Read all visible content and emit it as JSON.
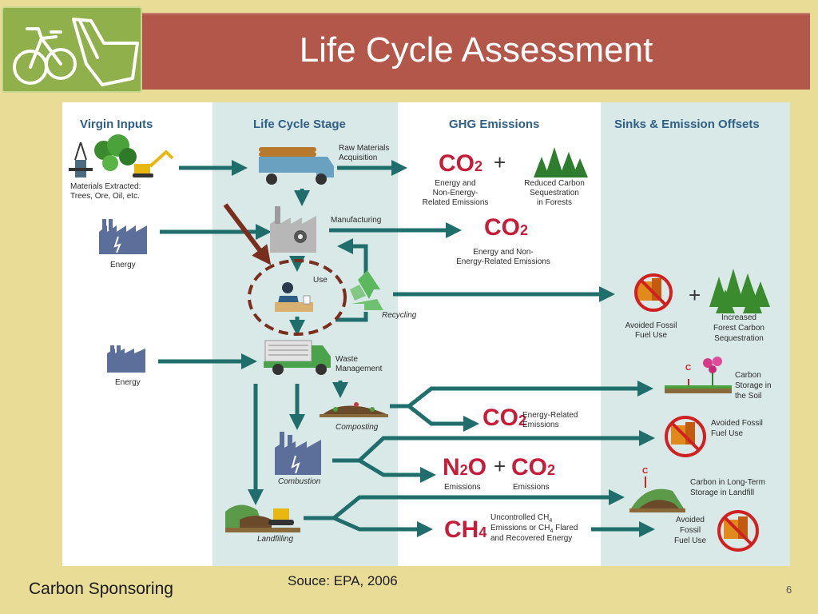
{
  "slide": {
    "title": "Life Cycle Assessment",
    "footer_left": "Carbon Sponsoring",
    "source": "Souce: EPA, 2006",
    "page_number": "6"
  },
  "colors": {
    "header": "#b3574a",
    "background": "#e8dc96",
    "logo": "#8fb04a",
    "arrow": "#1f6e6c",
    "heading": "#2f5f86",
    "chemical": "#c41e3a",
    "highlight": "#7a2e1e"
  },
  "diagram": {
    "columns": {
      "inputs": "Virgin Inputs",
      "stage": "Life Cycle Stage",
      "ghg": "GHG Emissions",
      "sinks": "Sinks & Emission Offsets"
    },
    "inputs": {
      "materials": "Materials Extracted:",
      "materials_2": "Trees, Ore, Oil, etc.",
      "energy_1": "Energy",
      "energy_2": "Energy"
    },
    "stages": {
      "raw_materials": "Raw Materials",
      "raw_materials_2": "Acquisition",
      "manufacturing": "Manufacturing",
      "use": "Use",
      "recycling": "Recycling",
      "waste": "Waste",
      "waste_2": "Management",
      "composting": "Composting",
      "combustion": "Combustion",
      "landfilling": "Landfilling"
    },
    "emissions": {
      "co2": "CO",
      "co2_sub": "2",
      "n2o": "N",
      "n2o_sub": "2",
      "n2o_o": "O",
      "ch4": "CH",
      "ch4_sub": "4",
      "plus": "+",
      "raw_label_1": "Energy and",
      "raw_label_2": "Non-Energy-",
      "raw_label_3": "Related Emissions",
      "reduced_1": "Reduced Carbon",
      "reduced_2": "Sequestration",
      "reduced_3": "in Forests",
      "mfg_label_1": "Energy and Non-",
      "mfg_label_2": "Energy-Related Emissions",
      "compost_label_1": "Energy-Related",
      "compost_label_2": "Emissions",
      "n2o_label": "Emissions",
      "co2_comb_label": "Emissions",
      "ch4_label_1": "Uncontrolled CH",
      "ch4_label_1_sub": "4",
      "ch4_label_2": "Emissions or CH",
      "ch4_label_2_sub": "4",
      "ch4_label_2_end": " Flared",
      "ch4_label_3": "and Recovered Energy"
    },
    "sinks": {
      "avoided_1": "Avoided Fossil",
      "avoided_1b": "Fuel Use",
      "increased_1": "Increased",
      "increased_2": "Forest Carbon",
      "increased_3": "Sequestration",
      "carbon_soil_1": "Carbon",
      "carbon_soil_2": "Storage in",
      "carbon_soil_3": "the Soil",
      "avoided_2": "Avoided Fossil",
      "avoided_2b": "Fuel Use",
      "landfill_1": "Carbon in Long-Term",
      "landfill_2": "Storage in Landfill",
      "avoided_3": "Avoided",
      "avoided_3b": "Fossil",
      "avoided_3c": "Fuel Use",
      "c_marker": "C"
    },
    "icons": [
      "bicycle-logo-icon",
      "oil-rig-icon",
      "tree-icon",
      "excavator-icon",
      "factory-icon",
      "logging-truck-icon",
      "manufacturing-plant-icon",
      "person-desk-icon",
      "recycle-icon",
      "forest-icon",
      "no-fossil-fuel-icon",
      "garbage-truck-icon",
      "compost-pile-icon",
      "incinerator-icon",
      "bulldozer-icon",
      "flower-soil-icon",
      "landfill-mound-icon"
    ]
  }
}
